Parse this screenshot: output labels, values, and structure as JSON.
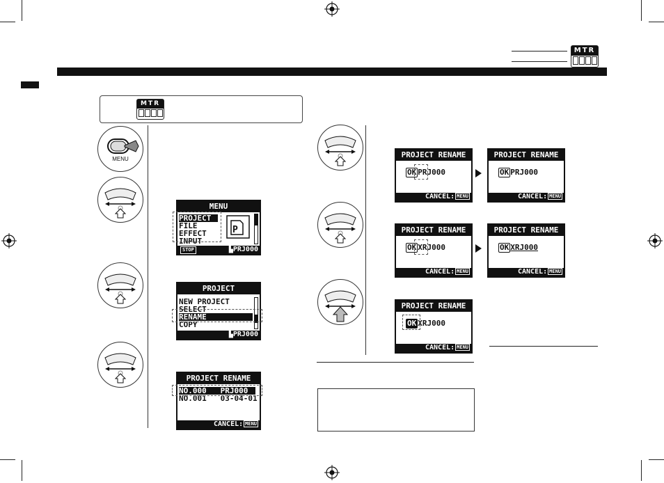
{
  "header": {
    "mtr_badge": "MTR"
  },
  "mode_box": {
    "mtr_badge": "MTR"
  },
  "screens": {
    "menu": {
      "title": "MENU",
      "items": [
        "PROJECT",
        "FILE",
        "EFFECT",
        "INPUT"
      ],
      "footer_left": "STOP",
      "footer_right": "▙PRJ000"
    },
    "project": {
      "title": "PROJECT",
      "items": [
        "NEW PROJECT",
        "SELECT",
        "RENAME",
        "COPY"
      ],
      "footer_right": "▙PRJ000"
    },
    "rename_list": {
      "title": "PROJECT RENAME",
      "rows": [
        {
          "no": "NO.000",
          "name": "PRJ000"
        },
        {
          "no": "NO.001",
          "name": "03-04-01"
        }
      ],
      "footer": "CANCEL:",
      "menu_key": "MENU"
    },
    "rename_edit": [
      {
        "title": "PROJECT RENAME",
        "ok": "OK",
        "text": "PRJ000",
        "footer": "CANCEL:",
        "menu_key": "MENU"
      },
      {
        "title": "PROJECT RENAME",
        "ok": "OK",
        "text": "PRJ000",
        "footer": "CANCEL:",
        "menu_key": "MENU"
      },
      {
        "title": "PROJECT RENAME",
        "ok": "OK",
        "text": "XRJ000",
        "footer": "CANCEL:",
        "menu_key": "MENU"
      },
      {
        "title": "PROJECT RENAME",
        "ok": "OK",
        "text": "XRJ000",
        "footer": "CANCEL:",
        "menu_key": "MENU"
      },
      {
        "title": "PROJECT RENAME",
        "ok": "OK",
        "text": "XRJ000",
        "footer": "CANCEL:",
        "menu_key": "MENU"
      }
    ]
  },
  "menu_button_label": "MENU",
  "colors": {
    "ink": "#111111",
    "paper": "#ffffff"
  }
}
